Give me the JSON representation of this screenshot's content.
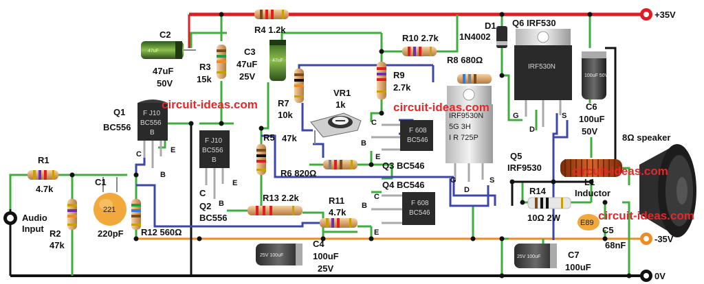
{
  "rails": {
    "plus": "+35V",
    "minus": "-35V",
    "ground": "0V"
  },
  "input": {
    "label_line1": "Audio",
    "label_line2": "Input"
  },
  "watermark": "circuit-ideas.com",
  "colors": {
    "positive_rail": "#e11d24",
    "negative_rail": "#f08a24",
    "ground_rail": "#111111",
    "signal_wire": "#3b46a8",
    "green_wire": "#3cae3c",
    "node_dot": "#111111",
    "watermark": "#e8262a"
  },
  "resistors": {
    "r1": {
      "name": "R1",
      "value": "4.7k"
    },
    "r2": {
      "name": "R2",
      "value": "47k"
    },
    "r3": {
      "name": "R3",
      "value": "15k"
    },
    "r4": {
      "name": "R4 1.2k"
    },
    "r5": {
      "name": "R5"
    },
    "r6": {
      "name": "R6 820Ω"
    },
    "r7": {
      "name": "R7",
      "value": "10k"
    },
    "r8": {
      "name": "R8 680Ω"
    },
    "r9": {
      "name": "R9",
      "value": "2.7k"
    },
    "r10": {
      "name": "R10 2.7k"
    },
    "r11": {
      "name": "R11",
      "value": "4.7k"
    },
    "r12": {
      "name": "R12 560Ω"
    },
    "r13": {
      "name": "R13 2.2k"
    },
    "r14": {
      "name": "R14",
      "value": "10Ω 2W"
    }
  },
  "capacitors": {
    "c1": {
      "name": "C1",
      "value": "220pF",
      "marking": "221"
    },
    "c2": {
      "name": "C2",
      "value1": "47uF",
      "value2": "50V",
      "marking": "47uF"
    },
    "c3": {
      "name": "C3",
      "value1": "47uF",
      "value2": "25V",
      "marking": "47uF"
    },
    "c4": {
      "name": "C4",
      "value1": "100uF",
      "value2": "25V",
      "marking": "25V 100uF"
    },
    "c5": {
      "name": "C5",
      "value": "68nF",
      "marking": "E89"
    },
    "c6": {
      "name": "C6",
      "value1": "100uF",
      "value2": "50V",
      "marking": "100uF 50V"
    },
    "c7": {
      "name": "C7",
      "value": "100uF",
      "marking": "25V 100uF"
    }
  },
  "potentiometer": {
    "name": "VR1",
    "value": "1k",
    "extra": "47k"
  },
  "diode": {
    "name": "D1",
    "part": "1N4002"
  },
  "inductor": {
    "name": "L1",
    "label": "Inductor"
  },
  "speaker": {
    "label": "8Ω speaker"
  },
  "transistors": {
    "q1": {
      "name": "Q1",
      "part": "BC556",
      "marking1": "F J10",
      "marking2": "BC556",
      "marking3": "B",
      "pin_c": "C",
      "pin_b": "B",
      "pin_e": "E"
    },
    "q2": {
      "name": "Q2",
      "part": "BC556",
      "marking1": "F J10",
      "marking2": "BC556",
      "marking3": "B",
      "pin_c": "C",
      "pin_b": "B",
      "pin_e": "E"
    },
    "q3": {
      "name": "Q3 BC546",
      "marking1": "F 608",
      "marking2": "BC546",
      "pin_c": "C",
      "pin_b": "B",
      "pin_e": "E"
    },
    "q4": {
      "name": "Q4 BC546",
      "marking1": "F 608",
      "marking2": "BC546",
      "pin_c": "C",
      "pin_b": "B",
      "pin_e": "E"
    },
    "q5": {
      "name": "Q5",
      "part": "IRF9530",
      "marking1": "IRF9530N",
      "marking2": "5G   3H",
      "marking3": "I R  725P",
      "pin_g": "G",
      "pin_d": "D",
      "pin_s": "S"
    },
    "q6": {
      "name": "Q6 IRF530",
      "marking1": "IRF530N",
      "pin_g": "G",
      "pin_d": "D",
      "pin_s": "S"
    }
  }
}
